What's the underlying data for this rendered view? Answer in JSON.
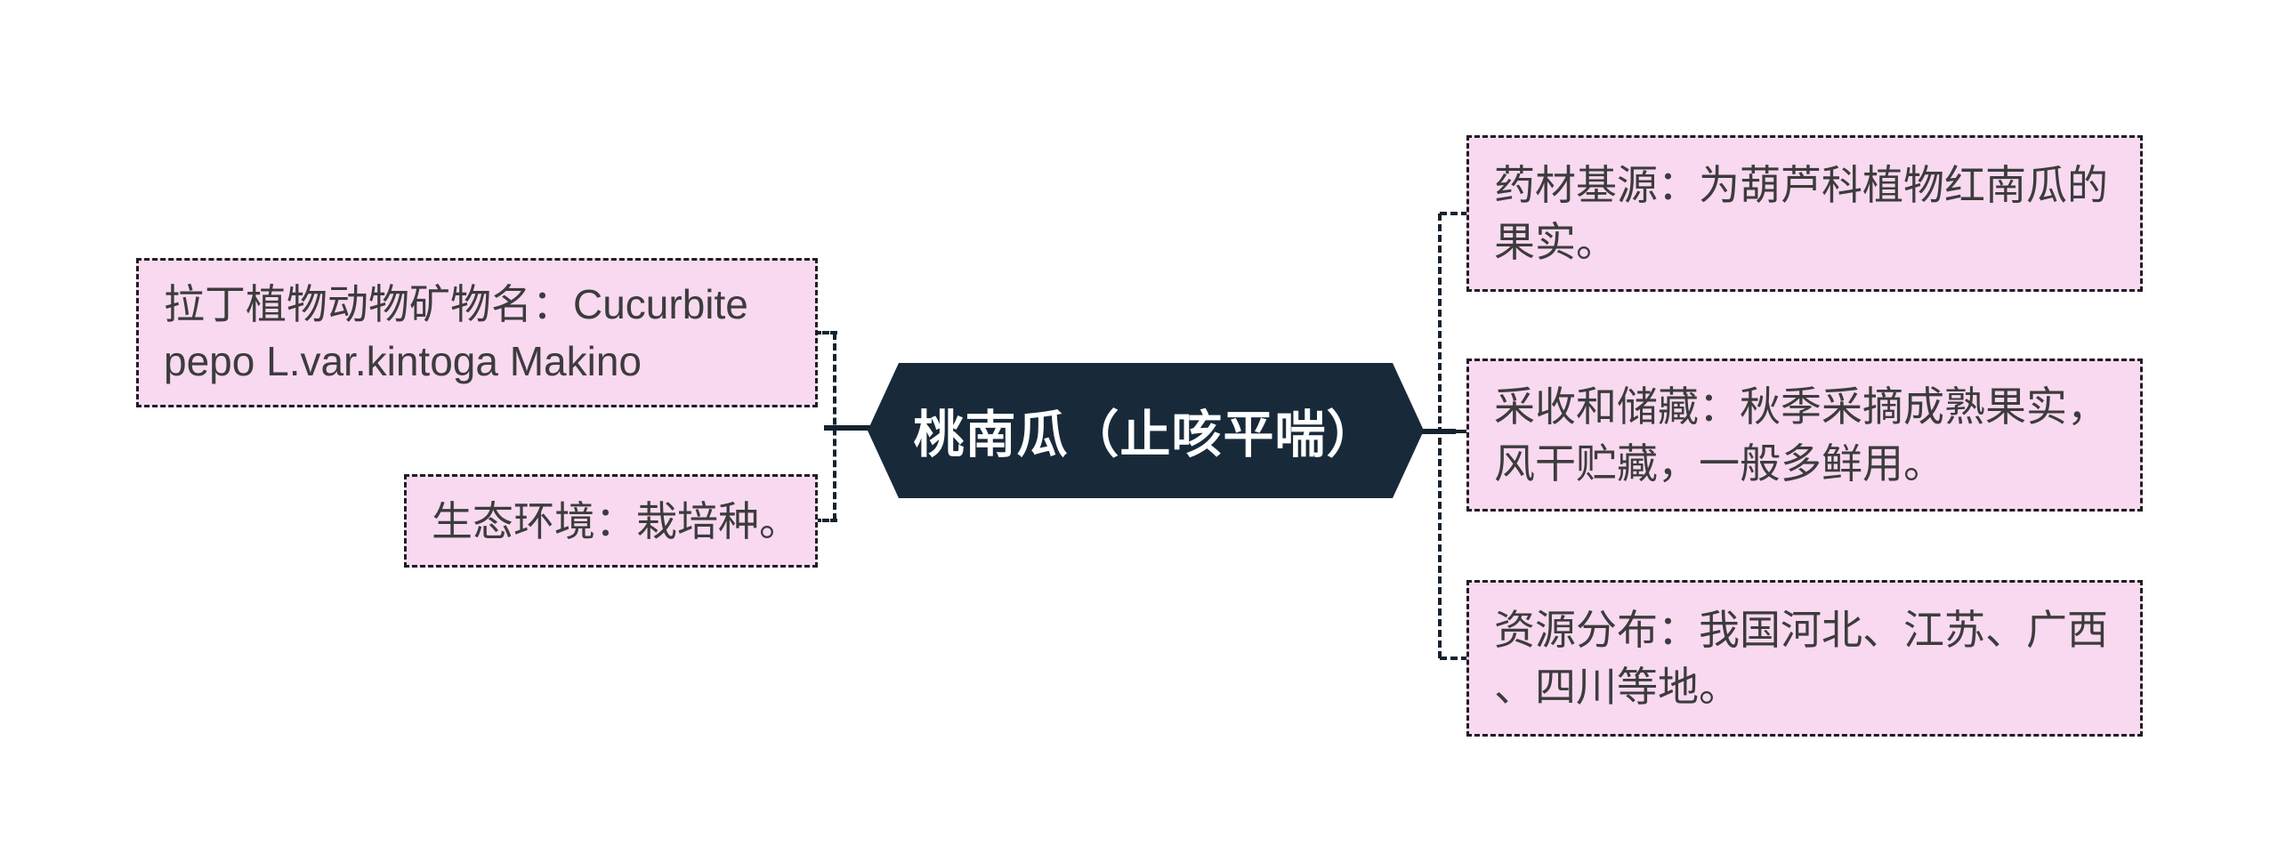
{
  "colors": {
    "page_bg": "#ffffff",
    "branch_fill": "#f8d9f0",
    "branch_border": "#1e1e1e",
    "branch_text": "#3c3c3c",
    "root_fill": "#182a3a",
    "root_text": "#ffffff",
    "connector": "#15222f"
  },
  "root": {
    "label": "桃南瓜（止咳平喘）"
  },
  "left_branches": [
    {
      "text": "拉丁植物动物矿物名：Cucurbite pepo L.var.kintoga Makino",
      "lines": [
        "拉丁植物动物矿物名：Cucurbite",
        "pepo L.var.kintoga Makino"
      ]
    },
    {
      "text": "生态环境：栽培种。",
      "lines": [
        "生态环境：栽培种。"
      ]
    }
  ],
  "right_branches": [
    {
      "text": "药材基源：为葫芦科植物红南瓜的果实。",
      "lines": [
        "药材基源：为葫芦科植物红南瓜的",
        "果实。"
      ]
    },
    {
      "text": "采收和储藏：秋季采摘成熟果实，风干贮藏，一般多鲜用。",
      "lines": [
        "采收和储藏：秋季采摘成熟果实，",
        "风干贮藏，一般多鲜用。"
      ]
    },
    {
      "text": "资源分布：我国河北、江苏、广西、四川等地。",
      "lines": [
        "资源分布：我国河北、江苏、广西",
        "、四川等地。"
      ]
    }
  ]
}
